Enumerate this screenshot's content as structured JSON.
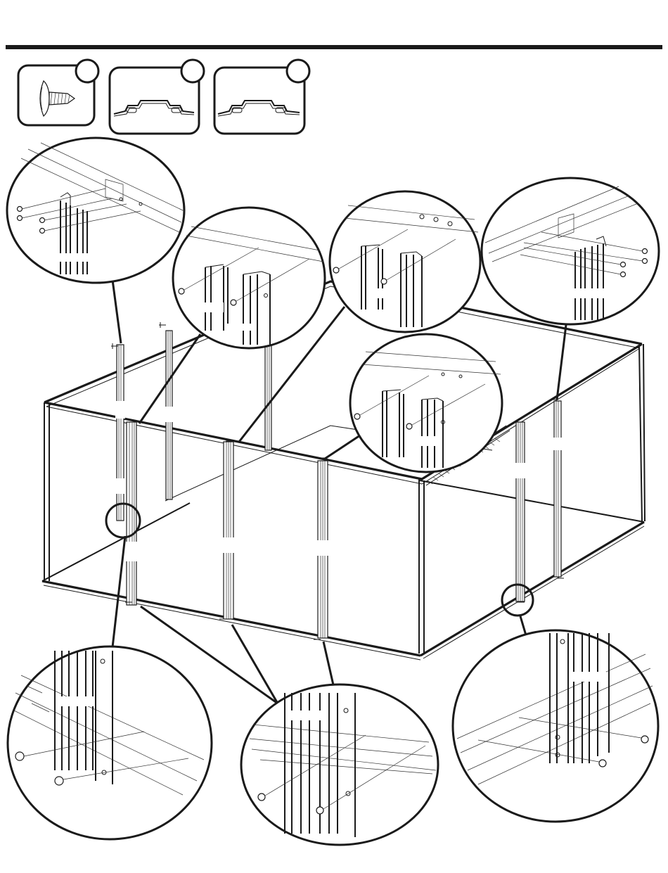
{
  "page": {
    "background_color": "#ffffff",
    "ink_color": "#1a1a1a"
  },
  "header": {
    "rule_color": "#1a1a1a"
  },
  "parts": [
    {
      "id": "screw",
      "icon": "self-tapping-screw-icon",
      "badge": ""
    },
    {
      "id": "channel-a",
      "icon": "channel-profile-icon",
      "badge": ""
    },
    {
      "id": "channel-b",
      "icon": "channel-profile-icon",
      "badge": ""
    }
  ],
  "callouts": [
    {
      "id": "detail-top-left",
      "shows": "post-to-top-rail-screws"
    },
    {
      "id": "detail-top-center-left",
      "shows": "post-to-top-rail-screws"
    },
    {
      "id": "detail-top-center-right",
      "shows": "post-to-top-rail-screws"
    },
    {
      "id": "detail-top-right",
      "shows": "post-to-top-rail-screws"
    },
    {
      "id": "detail-middle-right",
      "shows": "post-to-top-rail-screws"
    },
    {
      "id": "detail-bottom-left",
      "shows": "post-to-base-rail-screws"
    },
    {
      "id": "detail-bottom-center",
      "shows": "post-to-base-rail-screws"
    },
    {
      "id": "detail-bottom-right",
      "shows": "post-to-base-rail-screws"
    }
  ]
}
